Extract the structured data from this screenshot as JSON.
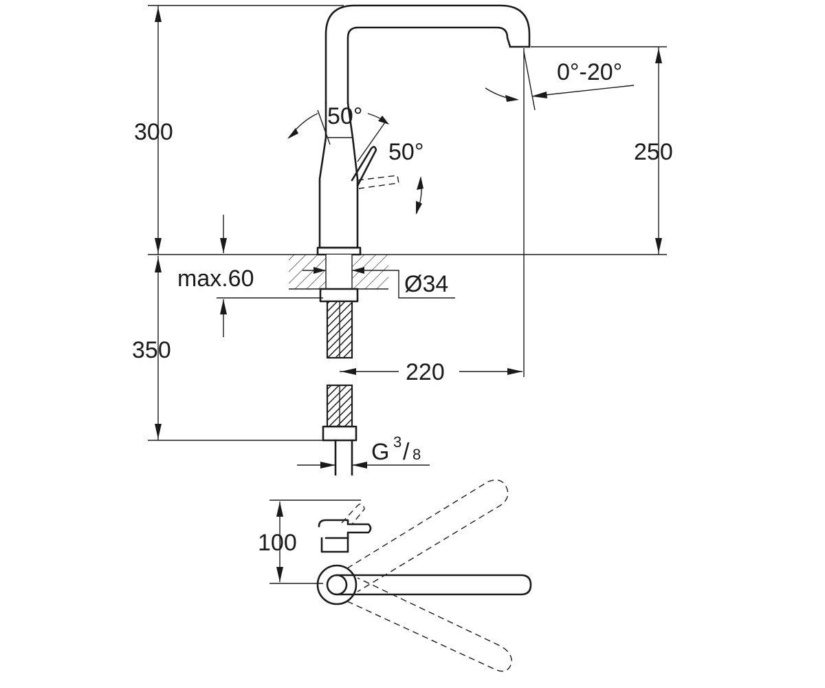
{
  "labels": {
    "height_total": "300",
    "spout_height": "250",
    "spout_tilt": "0°-20°",
    "handle_angle_1": "50°",
    "handle_angle_2": "50°",
    "deck_thickness": "max.60",
    "hole_diameter": "Ø34",
    "hose_length": "350",
    "reach": "220",
    "thread_g": "G",
    "thread_num": "3",
    "thread_sep": "/",
    "thread_den": "8",
    "handle_clearance": "100"
  },
  "colors": {
    "line": "#1a1a1a",
    "background": "#ffffff"
  }
}
